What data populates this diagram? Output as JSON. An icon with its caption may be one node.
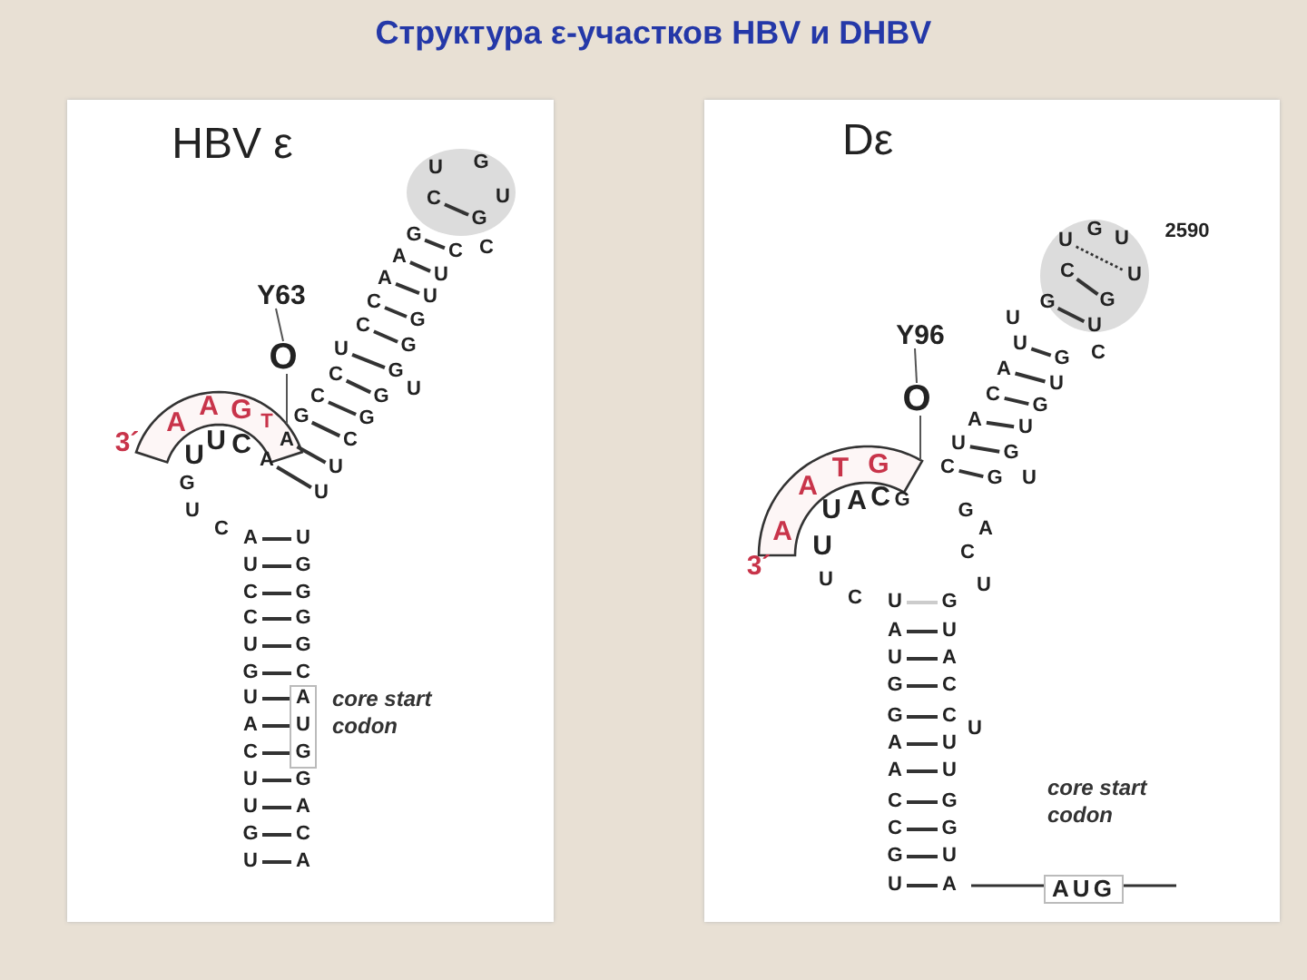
{
  "diagram": {
    "title": "Структура ε-участков HBV и DHBV",
    "nodes": [
      {
        "text": [
          "HBV ε"
        ]
      },
      {
        "text": [
          "Y63"
        ],
        "in": 0
      },
      {
        "text": [
          "O"
        ],
        "in": 0
      },
      {
        "text": [
          "A",
          "A",
          "G",
          "T"
        ],
        "in": 0
      },
      {
        "text": [
          "Dε"
        ]
      },
      {
        "text": [
          "Y96"
        ],
        "in": 4
      },
      {
        "text": [
          "O"
        ],
        "in": 4
      },
      {
        "text": [
          "A",
          "T",
          "G",
          "A"
        ],
        "in": 4
      },
      {
        "text": [
          "AUG"
        ],
        "in": 4
      }
    ],
    "edges": [
      {
        "from": 1,
        "to": 2,
        "arrow": "none"
      },
      {
        "from": 2,
        "to": 3,
        "arrow": "none"
      },
      {
        "from": 5,
        "to": 6,
        "arrow": "none"
      },
      {
        "from": 6,
        "to": 7,
        "arrow": "none"
      }
    ],
    "labels": [
      "U",
      "G",
      "C",
      "U",
      "G",
      "A",
      "A",
      "C",
      "C",
      "U",
      "C",
      "C",
      "G",
      "A",
      "A",
      "G",
      "C",
      "C",
      "U",
      "U",
      "G",
      "G",
      "G",
      "G",
      "U",
      "G",
      "C",
      "U",
      "U",
      "3´",
      "U",
      "U",
      "C",
      "G",
      "U",
      "C",
      "A",
      "U",
      "U",
      "G",
      "C",
      "G",
      "C",
      "G",
      "U",
      "G",
      "G",
      "C",
      "U",
      "A",
      "A",
      "U",
      "C",
      "G",
      "U",
      "G",
      "U",
      "A",
      "G",
      "C",
      "U",
      "A",
      "core start codon",
      "U",
      "G",
      "U",
      "2590",
      "C",
      "U",
      "G",
      "G",
      "U",
      "U",
      "U",
      "G",
      "C",
      "A",
      "U",
      "C",
      "G",
      "A",
      "U",
      "U",
      "G",
      "C",
      "G",
      "U",
      "G",
      "A",
      "C",
      "U",
      "3´",
      "U",
      "A",
      "C",
      "G",
      "U",
      "U",
      "C",
      "U",
      "G",
      "A",
      "U",
      "U",
      "A",
      "G",
      "C",
      "G",
      "C",
      "A",
      "U",
      "A",
      "U",
      "C",
      "G",
      "C",
      "G",
      "G",
      "U",
      "U",
      "A",
      "U",
      "core start codon"
    ]
  }
}
